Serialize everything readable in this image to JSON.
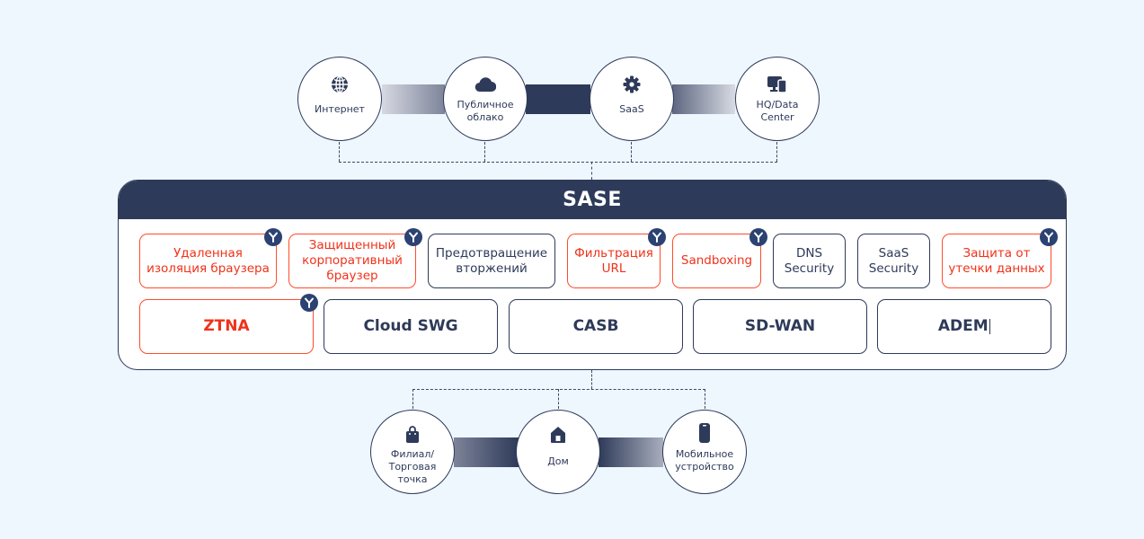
{
  "colors": {
    "background": "#eef6fe",
    "primary_dark": "#2e3a59",
    "highlight_red": "#f0321a",
    "badge_blue": "#2b4272"
  },
  "top_nodes": [
    {
      "label": "Интернет",
      "icon": "globe-icon"
    },
    {
      "label": "Публичное\nоблако",
      "icon": "cloud-icon"
    },
    {
      "label": "SaaS",
      "icon": "gear-icon"
    },
    {
      "label": "HQ/Data\nCenter",
      "icon": "desktop-mobile-icon"
    }
  ],
  "sase": {
    "title": "SASE",
    "capabilities": [
      {
        "label": "Удаленная\nизоляция браузера",
        "highlighted": true,
        "badge": true
      },
      {
        "label": "Защищенный\nкорпоративный\nбраузер",
        "highlighted": true,
        "badge": true
      },
      {
        "label": "Предотвращение\nвторжений",
        "highlighted": false,
        "badge": false
      },
      {
        "label": "Фильтрация\nURL",
        "highlighted": true,
        "badge": true
      },
      {
        "label": "Sandboxing",
        "highlighted": true,
        "badge": true
      },
      {
        "label": "DNS\nSecurity",
        "highlighted": false,
        "badge": false
      },
      {
        "label": "SaaS\nSecurity",
        "highlighted": false,
        "badge": false
      },
      {
        "label": "Защита от\nутечки данных",
        "highlighted": true,
        "badge": true
      }
    ],
    "services": [
      {
        "label": "ZTNA",
        "highlighted": true,
        "badge": true
      },
      {
        "label": "Cloud SWG",
        "highlighted": false,
        "badge": false
      },
      {
        "label": "CASB",
        "highlighted": false,
        "badge": false
      },
      {
        "label": "SD-WAN",
        "highlighted": false,
        "badge": false
      },
      {
        "label": "ADEM",
        "highlighted": false,
        "badge": false
      }
    ],
    "badge_icon": "yandex-y-badge-icon"
  },
  "bottom_nodes": [
    {
      "label": "Филиал/\nТорговая\nточка",
      "icon": "shopping-bag-icon"
    },
    {
      "label": "Дом",
      "icon": "house-icon"
    },
    {
      "label": "Мобильное\nустройство",
      "icon": "smartphone-icon"
    }
  ]
}
